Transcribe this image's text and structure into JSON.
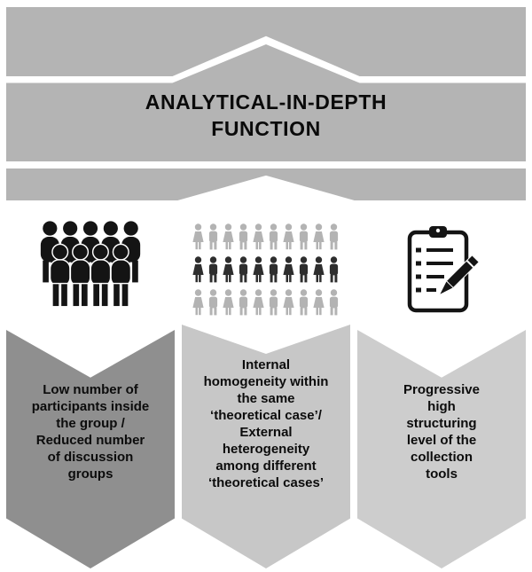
{
  "diagram": {
    "band_color": "#b4b4b4",
    "title": "ANALYTICAL-IN-DEPTH\nFUNCTION",
    "columns": [
      {
        "icon": "people-group-icon",
        "color": "#8f8f8f",
        "label": "Low number of\nparticipants inside\nthe group /\nReduced number\nof discussion\ngroups"
      },
      {
        "icon": "crowd-grid-icon",
        "color": "#c7c7c7",
        "label": "Internal\nhomogeneity within\nthe same\n‘theoretical case’/\nExternal\nheterogeneity\namong different\n‘theoretical cases’"
      },
      {
        "icon": "clipboard-pencil-icon",
        "color": "#cdcdcd",
        "label": "Progressive\nhigh\nstructuring\nlevel of the\ncollection\ntools"
      }
    ],
    "crowd_grid": {
      "rows": [
        {
          "color": "#b3b3b3",
          "count": 10
        },
        {
          "color": "#2e2e2e",
          "count": 10
        },
        {
          "color": "#b3b3b3",
          "count": 10
        }
      ]
    },
    "icon_color": "#141414"
  }
}
